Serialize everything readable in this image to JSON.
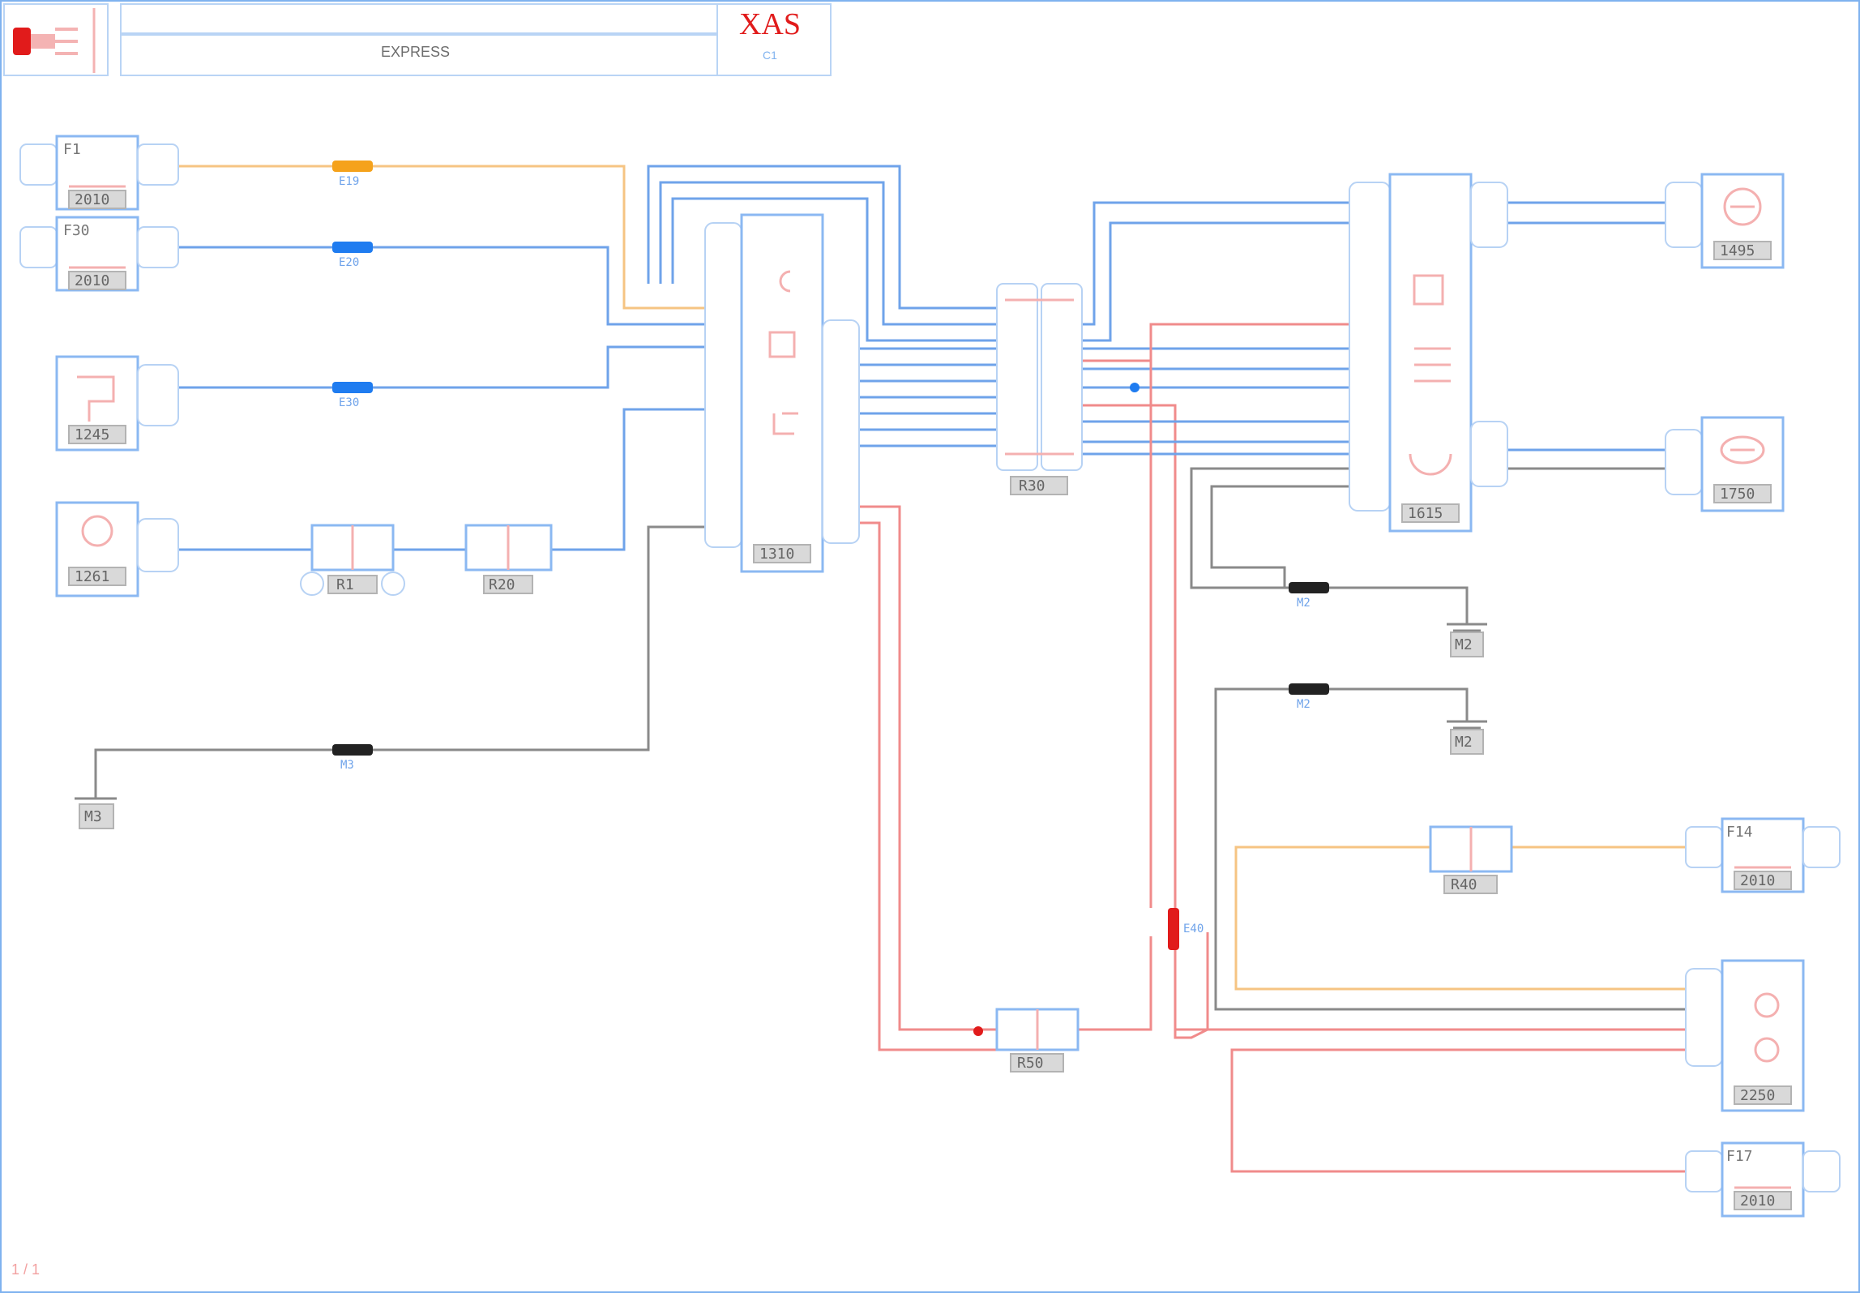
{
  "title_block": {
    "name": "EXPRESS",
    "code": "XAS",
    "sub": "C1"
  },
  "colors": {
    "frame": "#7fb2ef",
    "component_outline": "#8bb8f2",
    "wire_blue": "#6fa3ea",
    "wire_orange": "#f6c483",
    "wire_red": "#f08b8b",
    "wire_black": "#8a8a8a",
    "splice_orange": "#f5a21b",
    "splice_blue": "#1f7cf0",
    "splice_black": "#222222",
    "splice_red": "#e11b1b",
    "label_red": "#e11b1b",
    "label_gray": "#777777"
  },
  "components": [
    {
      "id": "fuse-f1",
      "ref": "F1",
      "tag": "2010",
      "icon": "fuse-icon"
    },
    {
      "id": "fuse-f30",
      "ref": "F30",
      "tag": "2010",
      "icon": "fuse-icon"
    },
    {
      "id": "ignition",
      "ref": "",
      "tag": "1245",
      "icon": "ignition-switch-icon"
    },
    {
      "id": "clock-sensor",
      "ref": "",
      "tag": "1261",
      "icon": "sensor-icon"
    },
    {
      "id": "connector-a",
      "ref": "",
      "tag": "R1",
      "icon": "connector-icon"
    },
    {
      "id": "connector-b",
      "ref": "",
      "tag": "R20",
      "icon": "connector-icon"
    },
    {
      "id": "control-unit",
      "ref": "",
      "tag": "1310",
      "icon": "control-unit-icon"
    },
    {
      "id": "multi-connector",
      "ref": "",
      "tag": "R30",
      "icon": "connector-icon"
    },
    {
      "id": "display-unit",
      "ref": "",
      "tag": "1615",
      "icon": "display-icon"
    },
    {
      "id": "lamp-top",
      "ref": "",
      "tag": "1495",
      "icon": "lamp-icon"
    },
    {
      "id": "lamp-mid",
      "ref": "",
      "tag": "1750",
      "icon": "lamp-icon"
    },
    {
      "id": "ground-left",
      "ref": "",
      "tag": "M3",
      "icon": "ground-icon"
    },
    {
      "id": "ground-right-1",
      "ref": "",
      "tag": "M2",
      "icon": "ground-icon"
    },
    {
      "id": "ground-right-2",
      "ref": "",
      "tag": "M2",
      "icon": "ground-icon"
    },
    {
      "id": "connector-c",
      "ref": "",
      "tag": "R50",
      "icon": "connector-icon"
    },
    {
      "id": "connector-d",
      "ref": "",
      "tag": "R40",
      "icon": "connector-icon"
    },
    {
      "id": "fuse-f14",
      "ref": "F14",
      "tag": "2010",
      "icon": "fuse-icon"
    },
    {
      "id": "switch-unit",
      "ref": "",
      "tag": "2250",
      "icon": "switch-icon"
    },
    {
      "id": "fuse-f17",
      "ref": "F17",
      "tag": "2010",
      "icon": "fuse-icon"
    }
  ],
  "splices": [
    {
      "id": "splice-orange",
      "tag": "E19",
      "color": "orange"
    },
    {
      "id": "splice-blue-1",
      "tag": "E20",
      "color": "blue"
    },
    {
      "id": "splice-blue-2",
      "tag": "E30",
      "color": "blue"
    },
    {
      "id": "splice-black-left",
      "tag": "M3",
      "color": "black"
    },
    {
      "id": "splice-black-right-1",
      "tag": "M2",
      "color": "black"
    },
    {
      "id": "splice-black-right-2",
      "tag": "M2",
      "color": "black"
    },
    {
      "id": "splice-red",
      "tag": "E40",
      "color": "red"
    }
  ],
  "footer": {
    "page": "1  /  1"
  }
}
